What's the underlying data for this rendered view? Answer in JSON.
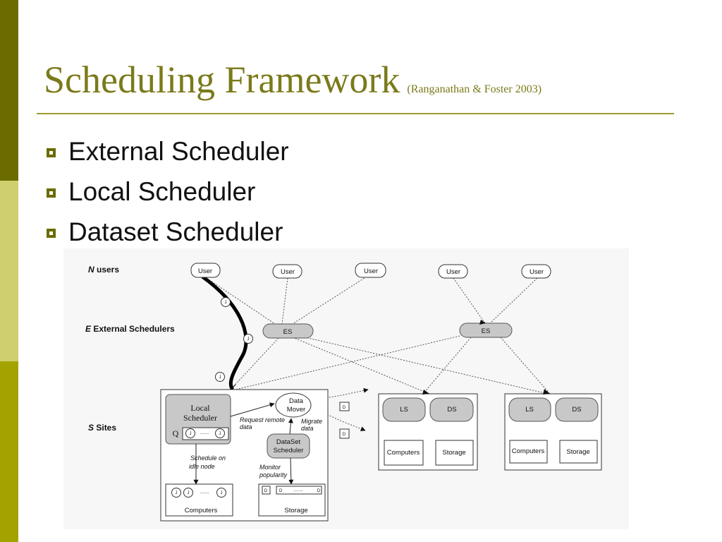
{
  "slide": {
    "title": "Scheduling Framework",
    "citation": "(Ranganathan & Foster 2003)",
    "bullets": [
      "External Scheduler",
      "Local Scheduler",
      "Dataset Scheduler"
    ]
  },
  "colors": {
    "accent_dark": "#6b6b00",
    "accent_light": "#cfcf6f",
    "accent_mid": "#a3a300",
    "title": "#7a7a1a"
  },
  "diagram": {
    "rows": {
      "users_prefix": "N",
      "users": " users",
      "external_prefix": "E",
      "external": " External Schedulers",
      "sites_prefix": "S",
      "sites": " Sites"
    },
    "user_label": "User",
    "es_label": "ES",
    "job_label": "J",
    "data_label": "D",
    "site_main": {
      "local_scheduler_line1": "Local",
      "local_scheduler_line2": "Scheduler",
      "queue_label": "Q",
      "data_mover_line1": "Data",
      "data_mover_line2": "Mover",
      "dataset_scheduler_line1": "DataSet",
      "dataset_scheduler_line2": "Scheduler",
      "request_remote_line1": "Request remote",
      "request_remote_line2": "data",
      "migrate_line1": "Migrate",
      "migrate_line2": "data",
      "schedule_line1": "Schedule on",
      "schedule_line2": "idle node",
      "monitor_line1": "Monitor",
      "monitor_line2": "popularity",
      "computers": "Computers",
      "storage": "Storage",
      "dots": "........"
    },
    "site_small": {
      "ls": "LS",
      "ds": "DS",
      "computers": "Computers",
      "storage": "Storage"
    }
  }
}
